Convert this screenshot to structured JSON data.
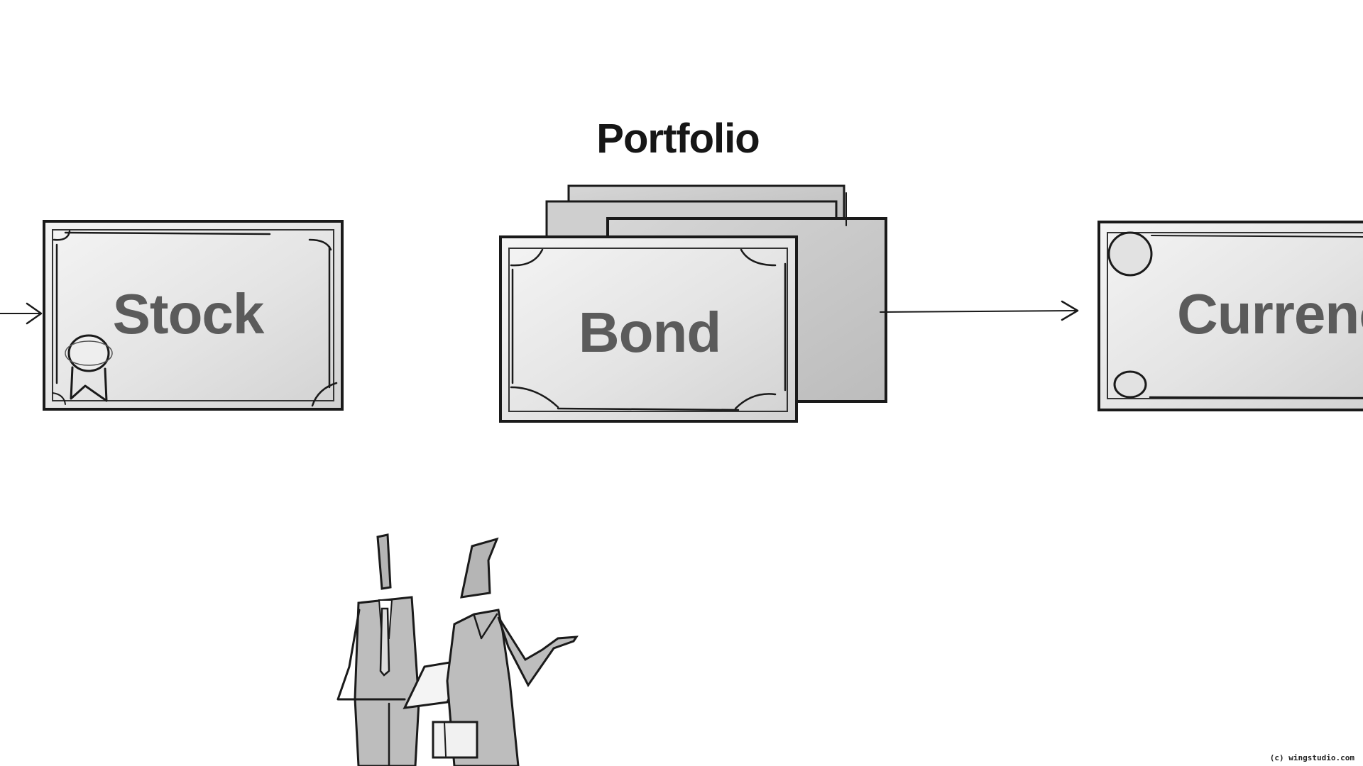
{
  "diagram": {
    "title": "Portfolio",
    "certificates": [
      {
        "id": "stock",
        "label": "Stock"
      },
      {
        "id": "bond",
        "label": "Bond"
      },
      {
        "id": "currency",
        "label": "Currenc"
      }
    ],
    "credit": "(c) wingstudio.com"
  },
  "icons": [
    "ribbon-seal-icon",
    "arrow-right-icon",
    "businessman-figure",
    "businesswoman-figure"
  ],
  "colors": {
    "background": "#ffffff",
    "certificate_fill": "#e6e6e6",
    "stack_fill": "#c9c9c9",
    "label": "#5b5b5b",
    "ink": "#1a1a1a"
  }
}
